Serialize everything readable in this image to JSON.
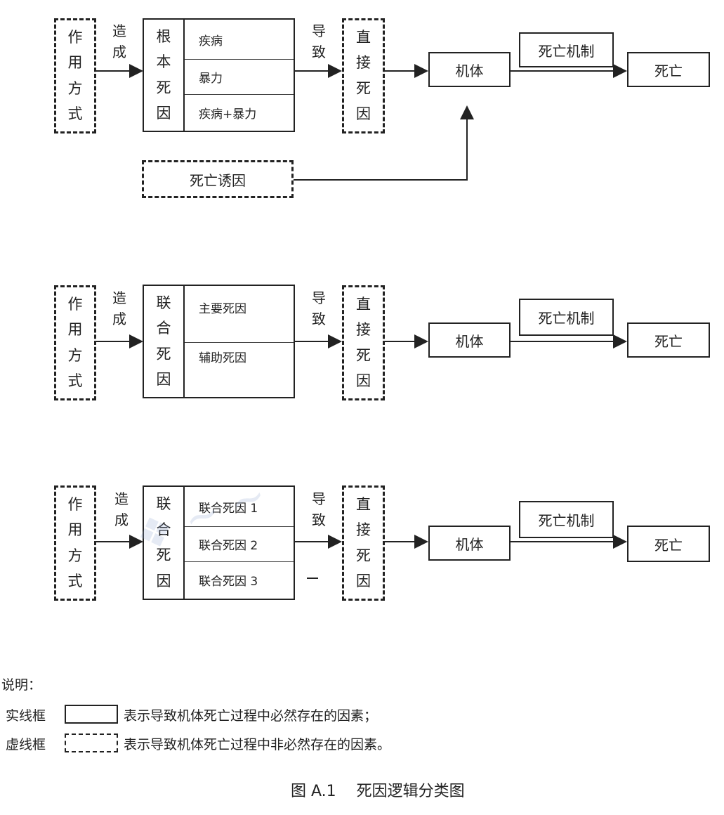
{
  "common": {
    "manner": [
      "作",
      "用",
      "方",
      "式"
    ],
    "cause_verb": [
      "造",
      "成"
    ],
    "lead_verb": [
      "导",
      "致"
    ],
    "direct_cause": [
      "直",
      "接",
      "死",
      "因"
    ],
    "body": "机体",
    "mechanism": "死亡机制",
    "death": "死亡"
  },
  "row1": {
    "root_cause_title": [
      "根",
      "本",
      "死",
      "因"
    ],
    "items": [
      "疾病",
      "暴力",
      "疾病+暴力"
    ],
    "precipitating": "死亡诱因"
  },
  "row2": {
    "combined_title": [
      "联",
      "合",
      "死",
      "因"
    ],
    "items": [
      "主要死因",
      "辅助死因"
    ]
  },
  "row3": {
    "combined_title": [
      "联",
      "合",
      "死",
      "因"
    ],
    "items": [
      "联合死因 1",
      "联合死因 2",
      "联合死因 3"
    ]
  },
  "legend": {
    "heading": "说明：",
    "solid_label": "实线框",
    "solid_desc": "表示导致机体死亡过程中必然存在的因素；",
    "dashed_label": "虚线框",
    "dashed_desc": "表示导致机体死亡过程中非必然存在的因素。"
  },
  "caption": "图 A.1　 死因逻辑分类图"
}
